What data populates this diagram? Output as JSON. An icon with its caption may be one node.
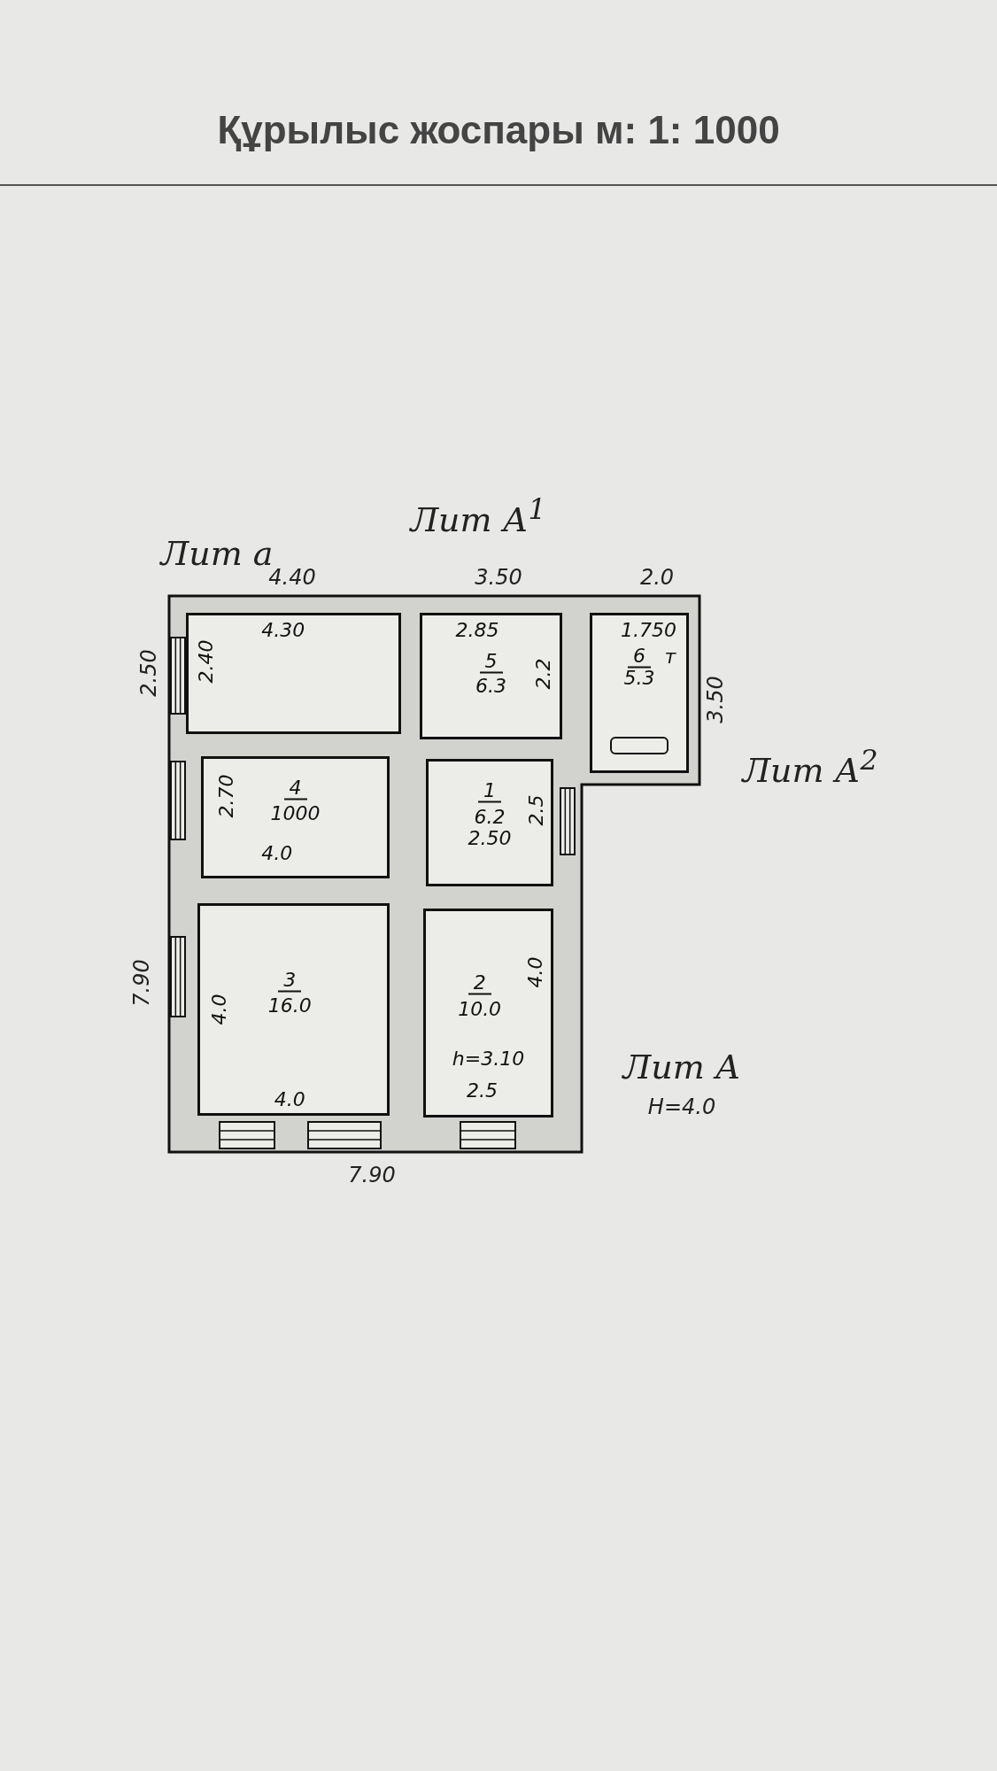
{
  "diagram": {
    "title": "Құрылыс жоспары м: 1: 1000",
    "nodes": [
      {
        "text": [
          "4.30",
          "2.40"
        ]
      },
      {
        "text": [
          "2.85",
          "5",
          "6.3",
          "2.2"
        ]
      },
      {
        "text": [
          "1.750",
          "6",
          "т",
          "5.3"
        ]
      },
      {
        "text": [
          "4",
          "1000",
          "2.70",
          "4.0"
        ]
      },
      {
        "text": [
          "1",
          "6.2",
          "2.50",
          "2.5"
        ]
      },
      {
        "text": [
          "3",
          "16.0",
          "4.0",
          "4.0"
        ]
      },
      {
        "text": [
          "2",
          "10.0",
          "4.0",
          "h=3.10",
          "2.5"
        ]
      }
    ],
    "edges": [],
    "labels": [
      "Лит а",
      "Лит А$^{1}$",
      "4.40",
      "3.50",
      "2.0",
      "2.50",
      "3.50",
      "Лит А$^{2}$",
      "7.90",
      "Лит А",
      "Н=4.0",
      "7.90"
    ]
  }
}
